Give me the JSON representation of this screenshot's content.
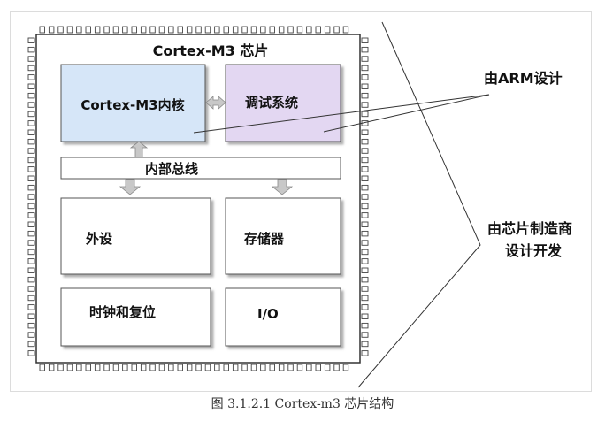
{
  "chip": {
    "title": "Cortex-M3 芯片",
    "core_label": "Cortex-M3内核",
    "debug_label": "调试系统",
    "bus_label": "内部总线",
    "peripheral_label": "外设",
    "memory_label": "存储器",
    "clock_reset_label": "时钟和复位",
    "io_label": "I/O"
  },
  "annotations": {
    "arm_label": "由ARM设计",
    "vendor_label_line1": "由芯片制造商",
    "vendor_label_line2": "设计开发"
  },
  "caption": "图 3.1.2.1 Cortex-m3 芯片结构",
  "colors": {
    "core_fill": "#d6e6f8",
    "debug_fill": "#e3d7f2",
    "box_fill": "#ffffff",
    "pin_fill": "#ffffff",
    "arrow_fill": "#c8c8c8",
    "line": "#333333"
  }
}
